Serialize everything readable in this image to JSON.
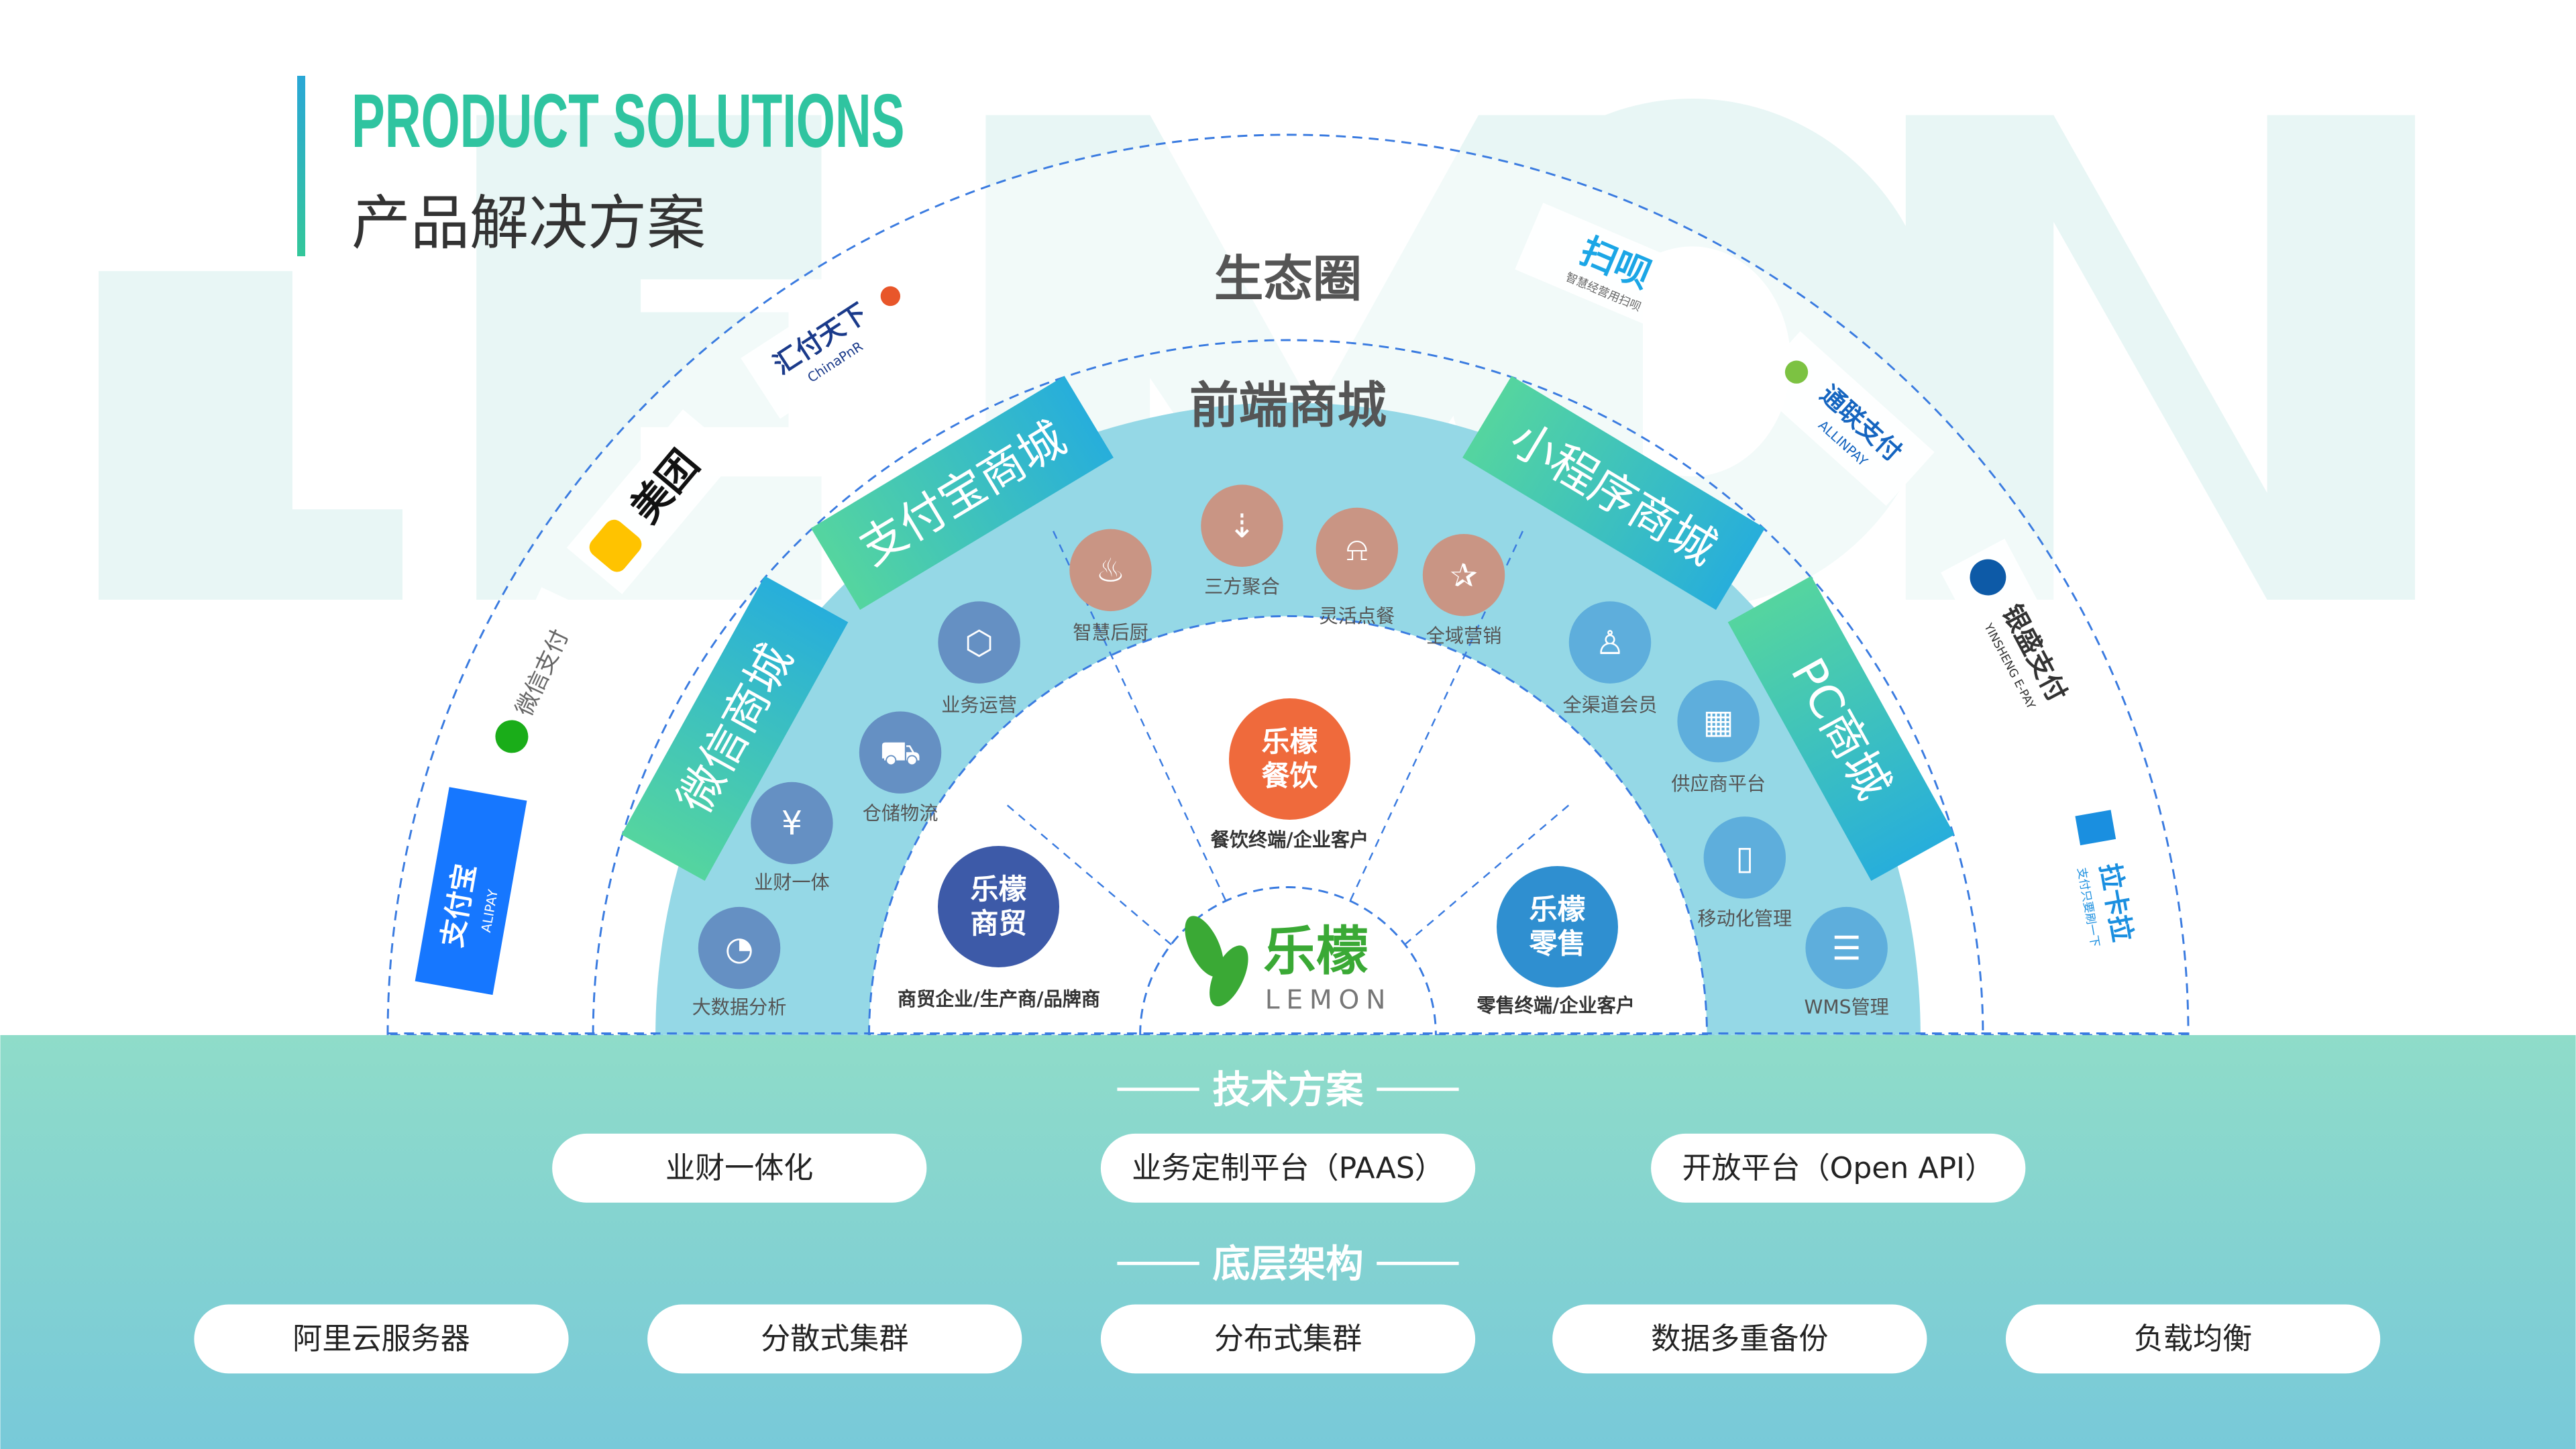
{
  "background_word": "LEMON",
  "header": {
    "title_en": "PRODUCT SOLUTIONS",
    "title_cn": "产品解决方案"
  },
  "rings": {
    "ecosystem": "生态圈",
    "frontend": "前端商城"
  },
  "banners": [
    "微信商城",
    "支付宝商城",
    "小程序商城",
    "PC商城"
  ],
  "partners": [
    "支付宝",
    "微信支付",
    "美团",
    "汇付天下",
    "扫呗",
    "通联支付",
    "银盛支付",
    "拉卡拉"
  ],
  "partner_subs": {
    "alipay": "ALIPAY",
    "chinapnr": "ChinaPnR",
    "saobei": "智慧经营用扫呗",
    "allinpay": "ALLINPAY",
    "yinsheng": "YINSHENG E-PAY",
    "lakala": "支付只要刷一下"
  },
  "features": {
    "left": [
      "大数据分析",
      "业财一体",
      "仓储物流",
      "业务运营"
    ],
    "top": [
      "智慧后厨",
      "三方聚合",
      "灵活点餐",
      "全域营销"
    ],
    "right": [
      "全渠道会员",
      "供应商平台",
      "移动化管理",
      "WMS管理"
    ]
  },
  "products": [
    {
      "name": "乐檬\n商贸",
      "desc": "商贸企业/生产商/品牌商",
      "color": "#3d5aa8"
    },
    {
      "name": "乐檬\n餐饮",
      "desc": "餐饮终端/企业客户",
      "color": "#ef6a3c"
    },
    {
      "name": "乐檬\n零售",
      "desc": "零售终端/企业客户",
      "color": "#2f8fd0"
    }
  ],
  "center_logo": {
    "cn": "乐檬",
    "en": "LEMON"
  },
  "tech": {
    "title": "技术方案",
    "items": [
      "业财一体化",
      "业务定制平台（PAAS）",
      "开放平台（Open API）"
    ]
  },
  "infra": {
    "title": "底层架构",
    "items": [
      "阿里云服务器",
      "分散式集群",
      "分布式集群",
      "数据多重备份",
      "负载均衡"
    ]
  }
}
